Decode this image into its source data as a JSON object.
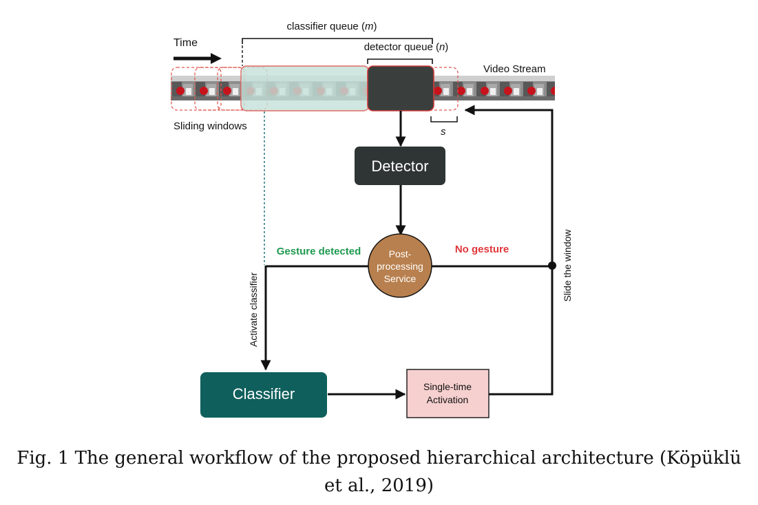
{
  "diagram": {
    "time_label": "Time",
    "classifier_queue_label": "classifier queue (",
    "classifier_queue_var": "m",
    "detector_queue_label": "detector queue (",
    "detector_queue_var": "n",
    "close_paren": ")",
    "video_stream_label": "Video Stream",
    "sliding_windows_label": "Sliding windows",
    "stride_label": "s",
    "detector_label": "Detector",
    "post_processing_lines": [
      "Post-",
      "processing",
      "Service"
    ],
    "gesture_detected_label": "Gesture detected",
    "no_gesture_label": "No gesture",
    "activate_classifier_label": "Activate classifier",
    "slide_window_label": "Slide the window",
    "classifier_label": "Classifier",
    "single_time_lines": [
      "Single-time",
      "Activation"
    ],
    "colors": {
      "detector_box": "#2f3534",
      "classifier_box": "#0f5f5c",
      "post_processing": "#b8804e",
      "single_time_fill": "#f6d0cf",
      "single_time_stroke": "#222222",
      "gesture_detected": "#1f9a4f",
      "no_gesture": "#e0363a",
      "classifier_queue_fill": "#c4e2d9",
      "window_dash": "#e0574f"
    }
  },
  "caption": {
    "line1": "Fig. 1 The general workflow of the proposed hierarchical architecture (Köpüklü",
    "line2": "et al., 2019)"
  }
}
